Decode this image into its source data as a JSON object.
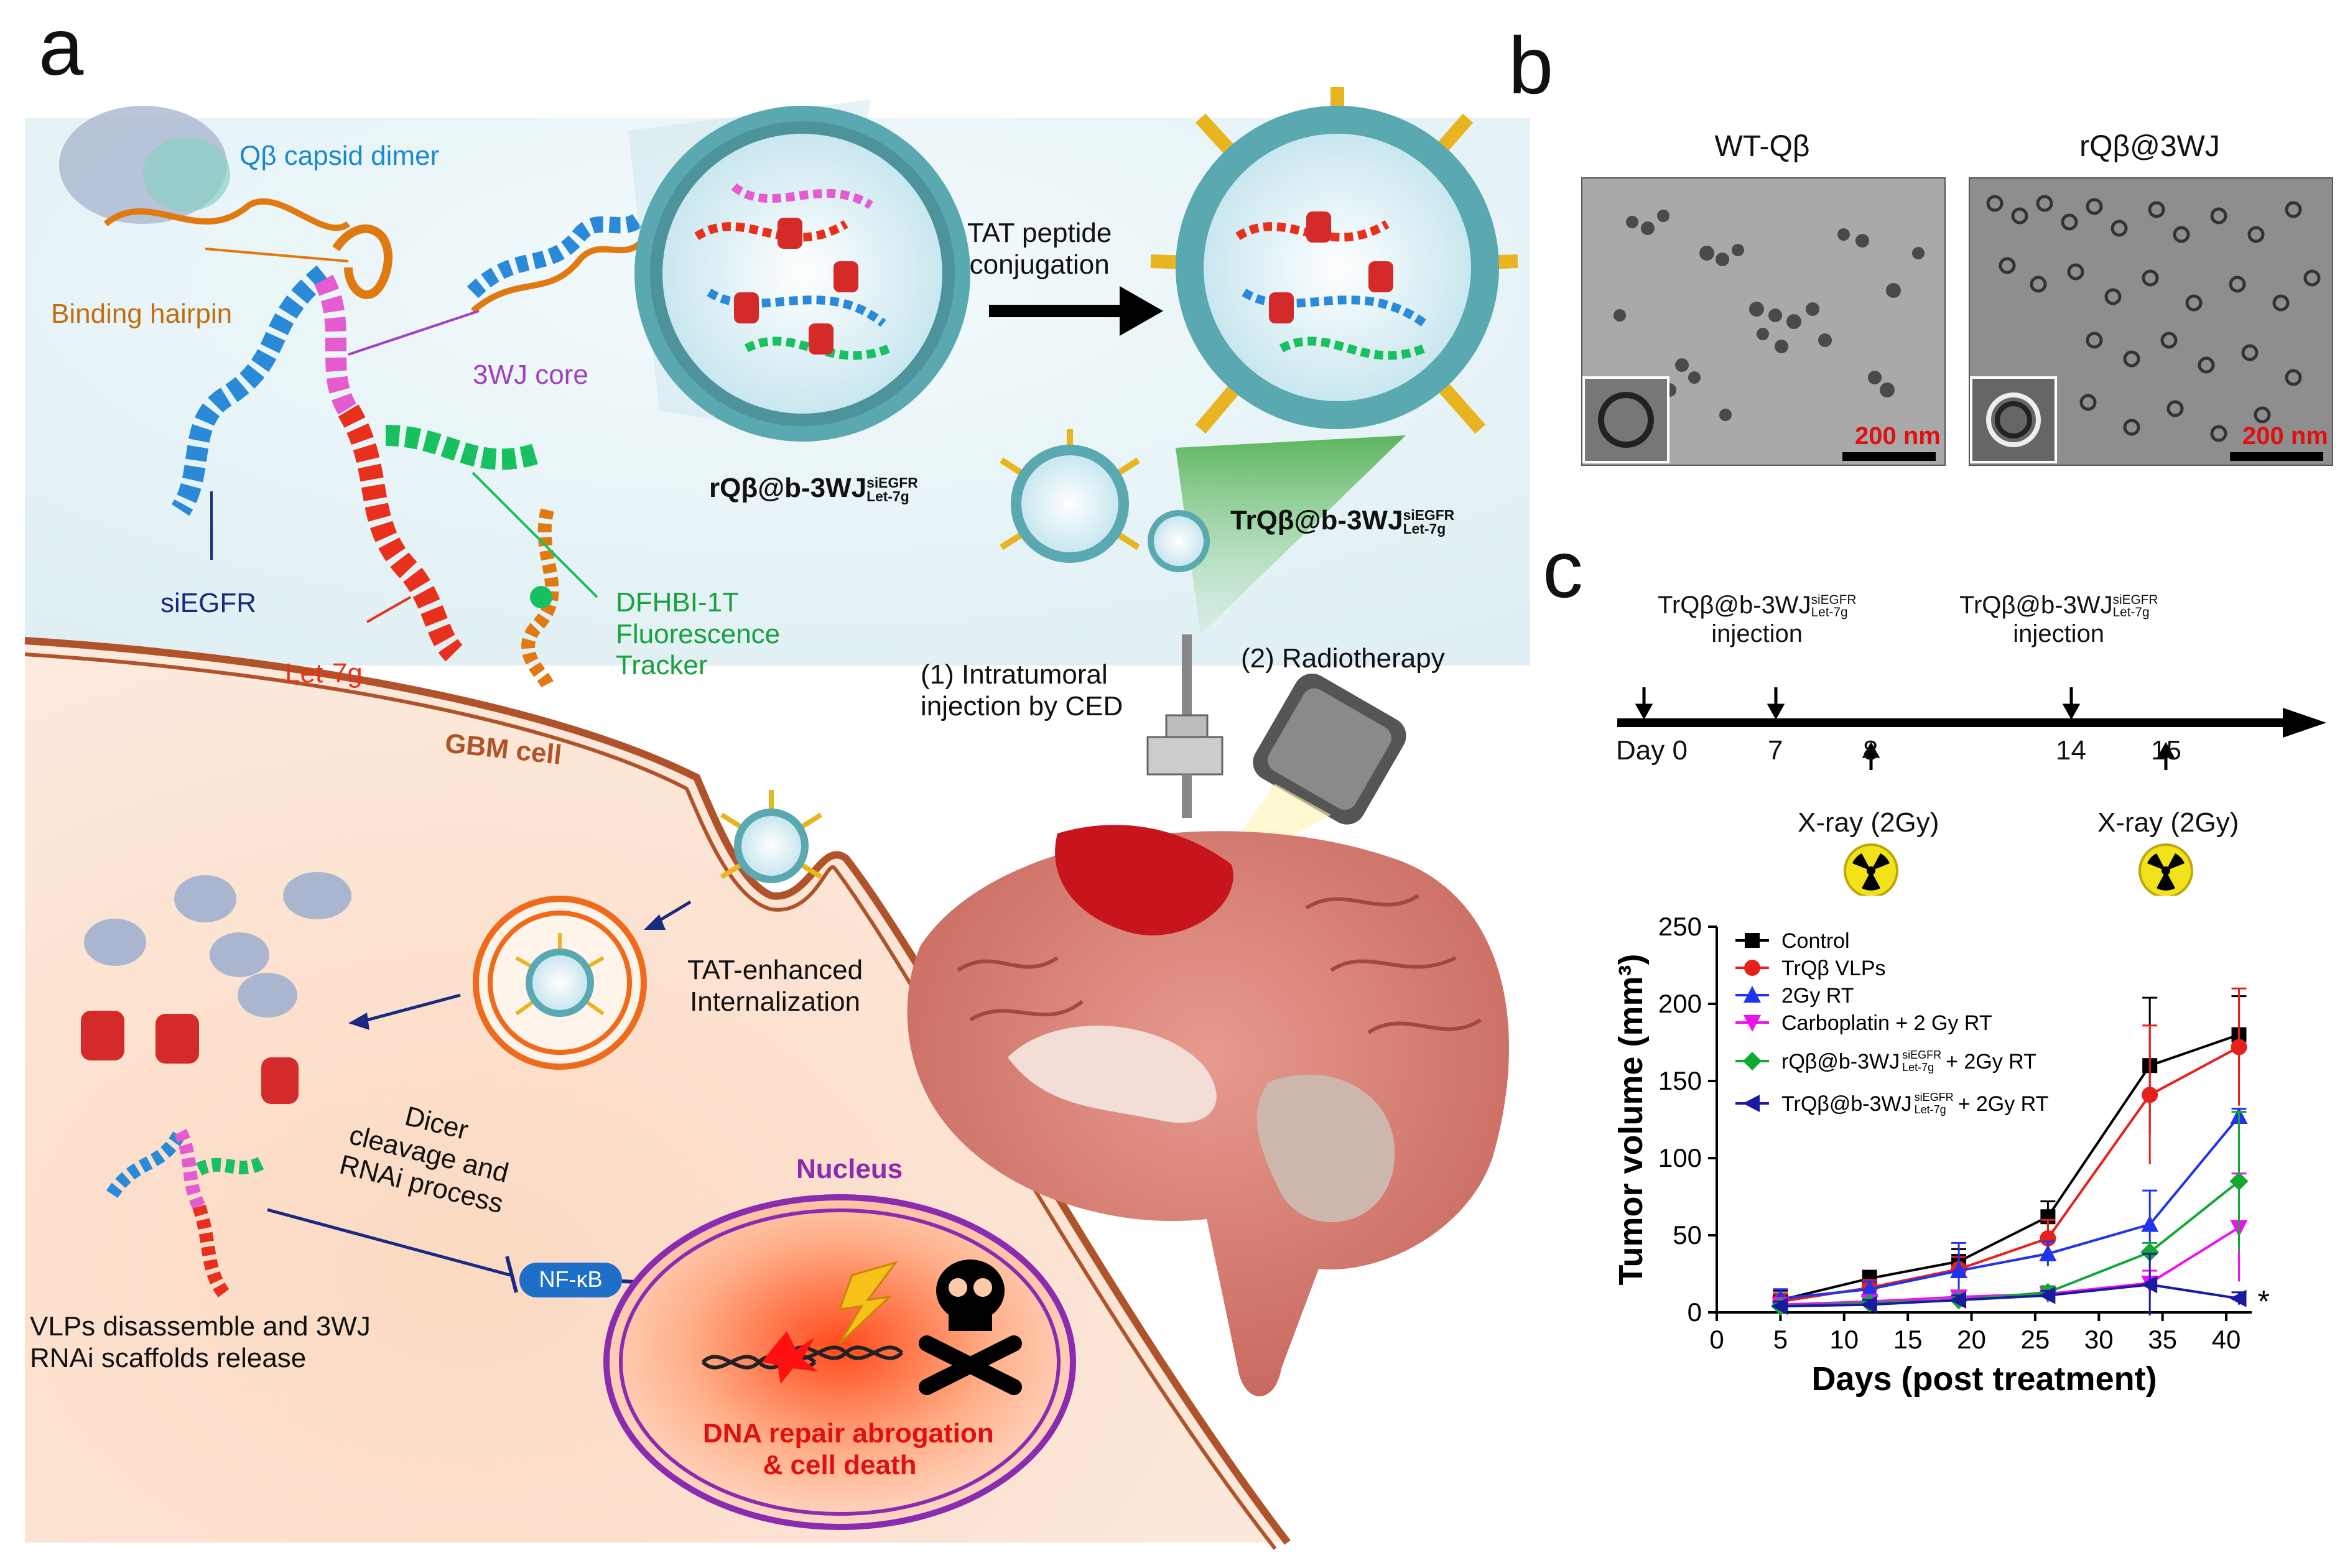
{
  "panel_a": {
    "letter": "a",
    "capsid_label": "Qβ capsid dimer",
    "hairpin_label": "Binding hairpin",
    "core_label": "3WJ core",
    "siegfr_label": "siEGFR",
    "let7g_label": "Let-7g",
    "tracker_label": [
      "DFHBI-1T",
      "Fluorescence",
      "Tracker"
    ],
    "vlp1_name": "rQβ@b-3WJ",
    "vlp2_name": "TrQβ@b-3WJ",
    "sup": "siEGFR",
    "sub": "Let-7g",
    "tat_label": [
      "TAT peptide",
      "conjugation"
    ],
    "injection_label": [
      "(1)   Intratumoral",
      "injection by CED"
    ],
    "radio_label": "(2) Radiotherapy",
    "gbm_label": "GBM cell",
    "internal_label": [
      "TAT-enhanced",
      "Internalization"
    ],
    "dicer_label": [
      "Dicer",
      "cleavage and",
      "RNAi process"
    ],
    "nfkb_label": "NF-κB",
    "nucleus_label": "Nucleus",
    "release_label": [
      "VLPs disassemble and 3WJ",
      "RNAi scaffolds release"
    ],
    "death_label": [
      "DNA repair abrogation",
      "& cell death"
    ]
  },
  "panel_b": {
    "letter": "b",
    "left_title": "WT-Qβ",
    "right_title": "rQβ@3WJ",
    "scale_label": "200 nm"
  },
  "panel_c": {
    "letter": "c",
    "timeline": {
      "name": "TrQβ@b-3WJ",
      "sup": "siEGFR",
      "sub": "Let-7g",
      "injection": "injection",
      "day0": "Day 0",
      "days": [
        "7",
        "8",
        "14",
        "15"
      ],
      "xray": "X-ray (2Gy)"
    },
    "legend_suffix": "+ 2Gy RT"
  },
  "colors": {
    "control": "#000000",
    "trqb": "#e8201c",
    "rt": "#2233ee",
    "carbo": "#ee11ee",
    "rqb": "#11a833",
    "trqb3wj": "#1a1aa0",
    "gbm": "#b0532a",
    "nucleus": "#8a2bb0"
  },
  "chart_data": {
    "type": "line",
    "xlabel": "Days (post treatment)",
    "ylabel": "Tumor volume (mm³)",
    "x": [
      5,
      12,
      19,
      26,
      34,
      41
    ],
    "xlim": [
      0,
      42
    ],
    "ylim": [
      0,
      250
    ],
    "xticks": [
      "0",
      "5",
      "10",
      "15",
      "20",
      "25",
      "30",
      "35",
      "40"
    ],
    "yticks": [
      "0",
      "50",
      "100",
      "150",
      "200",
      "250"
    ],
    "significance": "*",
    "series": [
      {
        "name": "Control",
        "marker": "square",
        "color": "#000000",
        "values": [
          8,
          22,
          33,
          62,
          160,
          180
        ],
        "errors": [
          6,
          5,
          8,
          10,
          44,
          25
        ]
      },
      {
        "name": "TrQβ  VLPs",
        "marker": "circle",
        "color": "#e8201c",
        "values": [
          7,
          16,
          28,
          48,
          141,
          172
        ],
        "errors": [
          5,
          5,
          8,
          12,
          45,
          38
        ]
      },
      {
        "name": "2Gy RT",
        "marker": "triangle-up",
        "color": "#2233ee",
        "values": [
          9,
          15,
          27,
          38,
          57,
          127
        ],
        "errors": [
          6,
          5,
          18,
          8,
          22,
          5
        ]
      },
      {
        "name": "Carboplatin + 2 Gy RT",
        "marker": "triangle-down",
        "color": "#ee11ee",
        "values": [
          5,
          7,
          10,
          12,
          19,
          55
        ],
        "errors": [
          4,
          3,
          3,
          3,
          8,
          35
        ]
      },
      {
        "name": "rQβ@b-3WJ",
        "marker": "diamond",
        "color": "#11a833",
        "values": [
          4,
          6,
          8,
          13,
          39,
          85
        ],
        "errors": [
          3,
          3,
          3,
          4,
          6,
          45
        ]
      },
      {
        "name": "TrQβ@b-3WJ",
        "marker": "triangle-left",
        "color": "#1a1aa0",
        "values": [
          4,
          5,
          8,
          11,
          18,
          9
        ],
        "errors": [
          3,
          3,
          3,
          3,
          20,
          4
        ]
      }
    ]
  }
}
